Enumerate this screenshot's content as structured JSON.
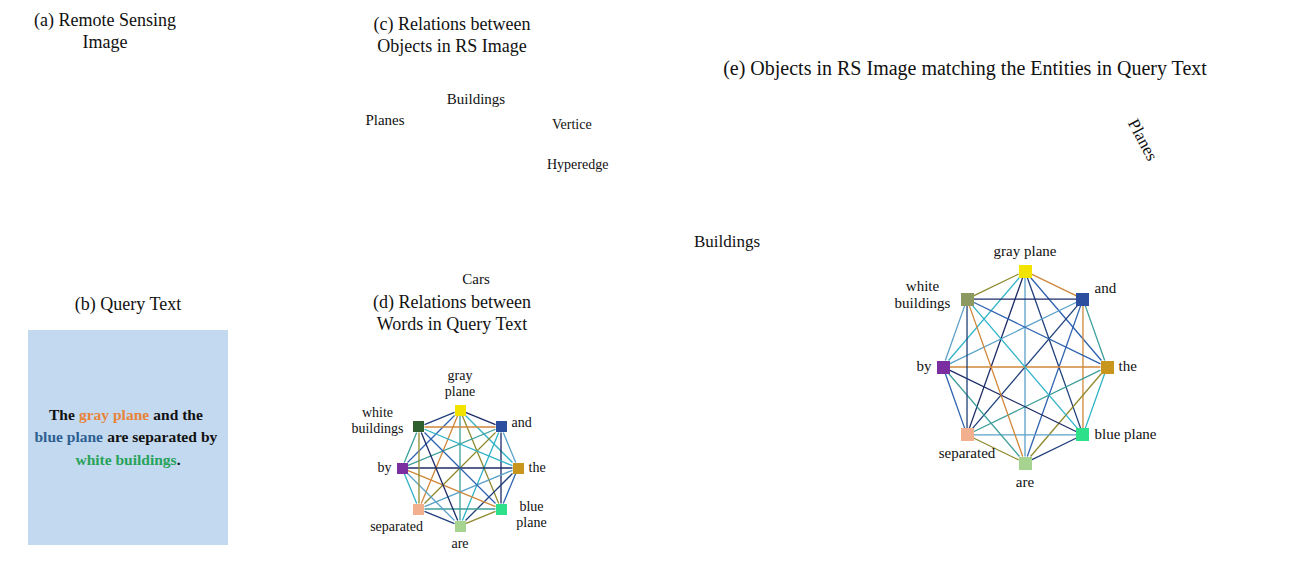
{
  "diagram": {
    "nodes": [
      {
        "text": [
          "The",
          "gray plane",
          "and the",
          "blue plane",
          "are separated",
          "by",
          "white buildings",
          "."
        ]
      },
      {
        "text": [
          "Planes"
        ]
      },
      {
        "text": [
          "Buildings"
        ]
      },
      {
        "text": [
          "Cars"
        ]
      },
      {
        "text": [
          "gray plane"
        ]
      },
      {
        "text": [
          "and"
        ]
      },
      {
        "text": [
          "the"
        ]
      },
      {
        "text": [
          "blue plane"
        ]
      },
      {
        "text": [
          "are"
        ]
      },
      {
        "text": [
          "separated"
        ]
      },
      {
        "text": [
          "by"
        ]
      },
      {
        "text": [
          "white buildings"
        ]
      },
      {
        "text": [
          "Buildings"
        ]
      },
      {
        "text": [
          "Planes"
        ]
      },
      {
        "text": [
          "gray plane"
        ]
      },
      {
        "text": [
          "and"
        ]
      },
      {
        "text": [
          "the"
        ]
      },
      {
        "text": [
          "blue plane"
        ]
      },
      {
        "text": [
          "are"
        ]
      },
      {
        "text": [
          "separated"
        ]
      },
      {
        "text": [
          "by"
        ]
      },
      {
        "text": [
          "white buildings"
        ]
      }
    ],
    "edges": [
      {
        "from": 4,
        "to": 5,
        "arrow": "none"
      },
      {
        "from": 4,
        "to": 6,
        "arrow": "none"
      },
      {
        "from": 4,
        "to": 7,
        "arrow": "none"
      },
      {
        "from": 4,
        "to": 8,
        "arrow": "none"
      },
      {
        "from": 4,
        "to": 9,
        "arrow": "none"
      },
      {
        "from": 4,
        "to": 10,
        "arrow": "none"
      },
      {
        "from": 4,
        "to": 11,
        "arrow": "none"
      },
      {
        "from": 5,
        "to": 6,
        "arrow": "none"
      },
      {
        "from": 5,
        "to": 7,
        "arrow": "none"
      },
      {
        "from": 5,
        "to": 8,
        "arrow": "none"
      },
      {
        "from": 5,
        "to": 9,
        "arrow": "none"
      },
      {
        "from": 5,
        "to": 10,
        "arrow": "none"
      },
      {
        "from": 5,
        "to": 11,
        "arrow": "none"
      },
      {
        "from": 6,
        "to": 7,
        "arrow": "none"
      },
      {
        "from": 6,
        "to": 8,
        "arrow": "none"
      },
      {
        "from": 6,
        "to": 9,
        "arrow": "none"
      },
      {
        "from": 6,
        "to": 10,
        "arrow": "none"
      },
      {
        "from": 6,
        "to": 11,
        "arrow": "none"
      },
      {
        "from": 7,
        "to": 8,
        "arrow": "none"
      },
      {
        "from": 7,
        "to": 9,
        "arrow": "none"
      },
      {
        "from": 7,
        "to": 10,
        "arrow": "none"
      },
      {
        "from": 7,
        "to": 11,
        "arrow": "none"
      },
      {
        "from": 8,
        "to": 9,
        "arrow": "none"
      },
      {
        "from": 8,
        "to": 10,
        "arrow": "none"
      },
      {
        "from": 8,
        "to": 11,
        "arrow": "none"
      },
      {
        "from": 9,
        "to": 10,
        "arrow": "none"
      },
      {
        "from": 9,
        "to": 11,
        "arrow": "none"
      },
      {
        "from": 10,
        "to": 11,
        "arrow": "none"
      },
      {
        "from": 14,
        "to": 15,
        "arrow": "none"
      },
      {
        "from": 14,
        "to": 16,
        "arrow": "none"
      },
      {
        "from": 14,
        "to": 17,
        "arrow": "none"
      },
      {
        "from": 14,
        "to": 18,
        "arrow": "none"
      },
      {
        "from": 14,
        "to": 19,
        "arrow": "none"
      },
      {
        "from": 14,
        "to": 20,
        "arrow": "none"
      },
      {
        "from": 14,
        "to": 21,
        "arrow": "none"
      },
      {
        "from": 15,
        "to": 16,
        "arrow": "none"
      },
      {
        "from": 15,
        "to": 17,
        "arrow": "none"
      },
      {
        "from": 15,
        "to": 18,
        "arrow": "none"
      },
      {
        "from": 15,
        "to": 19,
        "arrow": "none"
      },
      {
        "from": 15,
        "to": 20,
        "arrow": "none"
      },
      {
        "from": 15,
        "to": 21,
        "arrow": "none"
      },
      {
        "from": 16,
        "to": 17,
        "arrow": "none"
      },
      {
        "from": 16,
        "to": 18,
        "arrow": "none"
      },
      {
        "from": 16,
        "to": 19,
        "arrow": "none"
      },
      {
        "from": 16,
        "to": 20,
        "arrow": "none"
      },
      {
        "from": 16,
        "to": 21,
        "arrow": "none"
      },
      {
        "from": 17,
        "to": 18,
        "arrow": "none"
      },
      {
        "from": 17,
        "to": 19,
        "arrow": "none"
      },
      {
        "from": 17,
        "to": 20,
        "arrow": "none"
      },
      {
        "from": 17,
        "to": 21,
        "arrow": "none"
      },
      {
        "from": 18,
        "to": 19,
        "arrow": "none"
      },
      {
        "from": 18,
        "to": 20,
        "arrow": "none"
      },
      {
        "from": 18,
        "to": 21,
        "arrow": "none"
      },
      {
        "from": 19,
        "to": 20,
        "arrow": "none"
      },
      {
        "from": 19,
        "to": 21,
        "arrow": "none"
      },
      {
        "from": 20,
        "to": 21,
        "arrow": "none"
      }
    ],
    "labels": [
      "(a) Remote Sensing Image",
      "(b) Query Text",
      "(c) Relations between Objects in RS Image",
      "(d) Relations between Words in Query Text",
      "(e) Objects in RS Image matching the Entities in Query Text",
      "Vertice",
      "Hyperedge"
    ]
  }
}
